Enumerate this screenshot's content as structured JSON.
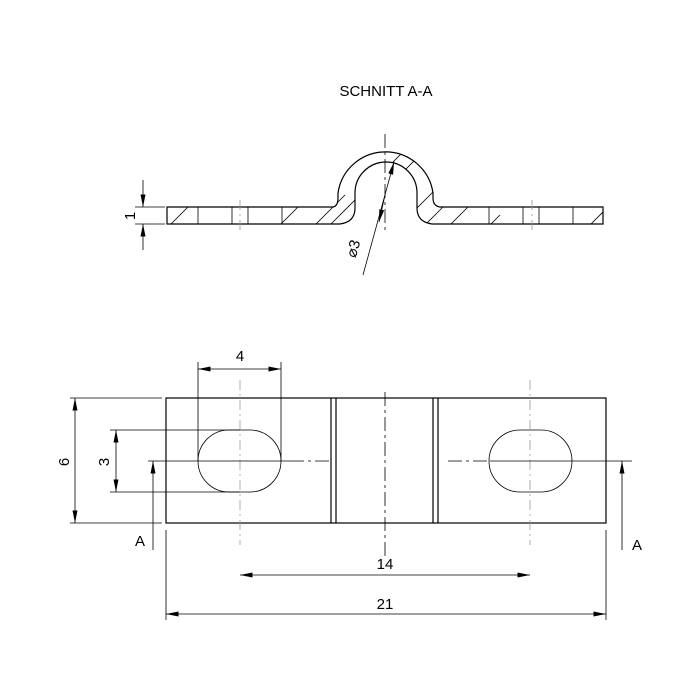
{
  "section_view": {
    "title": "SCHNITT A-A",
    "thickness_dim": "1",
    "diameter_dim": "⌀3"
  },
  "top_view": {
    "width_dim": "6",
    "slot_height_dim": "3",
    "slot_width_dim": "4",
    "hole_spacing_dim": "14",
    "overall_length_dim": "21",
    "section_mark_left": "A",
    "section_mark_right": "A"
  }
}
